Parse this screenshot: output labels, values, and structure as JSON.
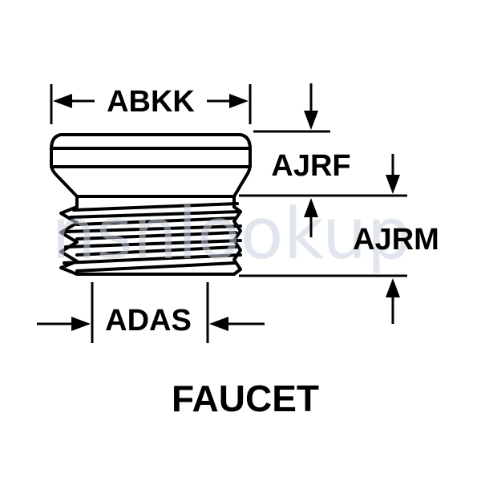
{
  "title": "FAUCET",
  "watermark": "nsnlookup",
  "dimensions": {
    "abkk": "ABKK",
    "ajrf": "AJRF",
    "ajrm": "AJRM",
    "adas": "ADAS"
  },
  "colors": {
    "ink": "#000000",
    "background": "#ffffff",
    "watermark": "#c8d2dc"
  }
}
